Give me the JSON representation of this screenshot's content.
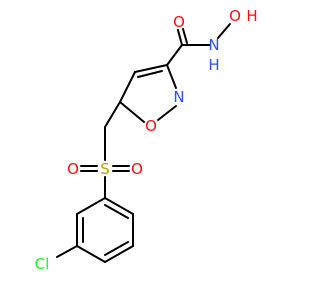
{
  "colors": {
    "carbon": "#000000",
    "oxygen": "#ff0d0d",
    "nitrogen": "#3050f8",
    "sulfur": "#b3a700",
    "chlorine": "#1ff01f"
  },
  "atom_labels": {
    "o_carbonyl": "O",
    "n_amide": "N",
    "h_amide": "H",
    "o_hydroxyl": "O",
    "h_hydroxyl": "H",
    "n_ring": "N",
    "o_ring": "O",
    "s_sulfonyl": "S",
    "o_sulfonyl_left": "O",
    "o_sulfonyl_right": "O",
    "cl": "Cl"
  }
}
